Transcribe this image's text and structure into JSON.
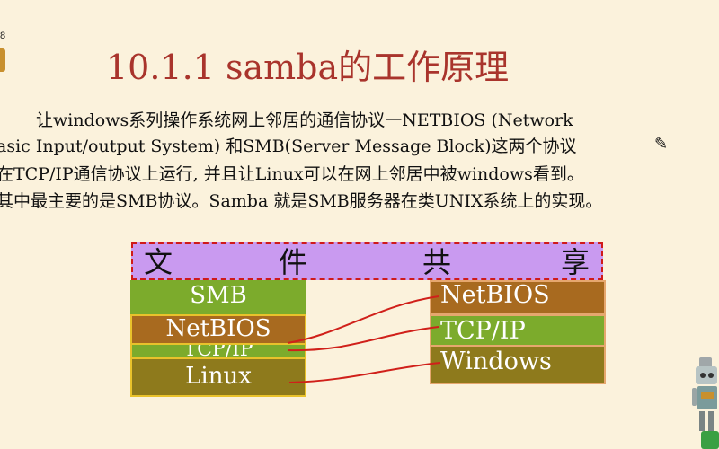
{
  "corner": {
    "text": "8"
  },
  "title": "10.1.1 samba的工作原理",
  "paragraph": {
    "line1": "让windows系列操作系统网上邻居的通信协议一NETBIOS (Network",
    "line2": "asic Input/output System) 和SMB(Server Message Block)这两个协议",
    "line3": "在TCP/IP通信协议上运行, 并且让Linux可以在网上邻居中被windows看到。",
    "line4": "其中最主要的是SMB协议。Samba 就是SMB服务器在类UNIX系统上的实现。"
  },
  "banner": {
    "chars": [
      "文",
      "件",
      "共",
      "享"
    ]
  },
  "left_stack": {
    "layers": [
      "SMB",
      "NetBIOS",
      "TCP/IP",
      "Linux"
    ]
  },
  "right_stack": {
    "layers": [
      "NetBIOS",
      "TCP/IP",
      "Windows"
    ]
  },
  "colors": {
    "background": "#fbf2dc",
    "title": "#a9342c",
    "banner_fill": "#c99af0",
    "banner_border": "#d01a1a",
    "green_layer": "#7cab2c",
    "brown_layer": "#a86a1f",
    "olive_layer": "#8e7a1c",
    "connector": "#d0201a"
  },
  "icons": {
    "robot": "robot-mascot-icon",
    "cursor": "mouse-cursor-icon"
  }
}
